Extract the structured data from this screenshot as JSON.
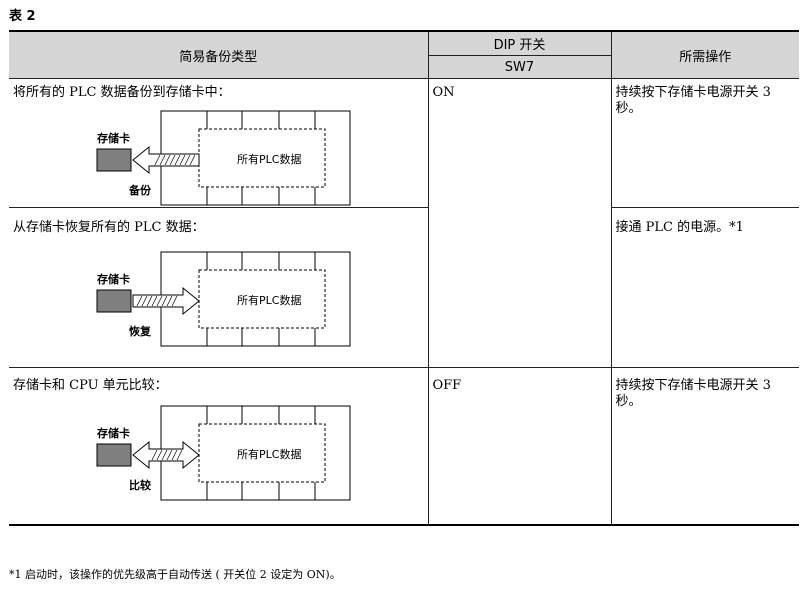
{
  "table_label": "表 2",
  "header": {
    "col1": "简易备份类型",
    "col2_top": "DIP 开关",
    "col2_bottom": "SW7",
    "col3": "所需操作"
  },
  "rows": [
    {
      "title": "将所有的 PLC 数据备份到存储卡中：",
      "card_label": "存储卡",
      "data_label": "所有PLC数据",
      "arrow_label": "备份",
      "arrow_direction": "left",
      "dip": "ON",
      "operation": "持续按下存储卡电源开关 3 秒。"
    },
    {
      "title": "从存储卡恢复所有的 PLC 数据：",
      "card_label": "存储卡",
      "data_label": "所有PLC数据",
      "arrow_label": "恢复",
      "arrow_direction": "right",
      "dip": "",
      "operation": "接通 PLC 的电源。*1"
    },
    {
      "title": "存储卡和 CPU 单元比较：",
      "card_label": "存储卡",
      "data_label": "所有PLC数据",
      "arrow_label": "比较",
      "arrow_direction": "both",
      "dip": "OFF",
      "operation": "持续按下存储卡电源开关 3 秒。"
    }
  ],
  "footnote": "*1   启动时，该操作的优先级高于自动传送 ( 开关位 2 设定为 ON)。",
  "colors": {
    "header_bg": "#d6d6d6",
    "card_fill": "#7f7f7f"
  }
}
